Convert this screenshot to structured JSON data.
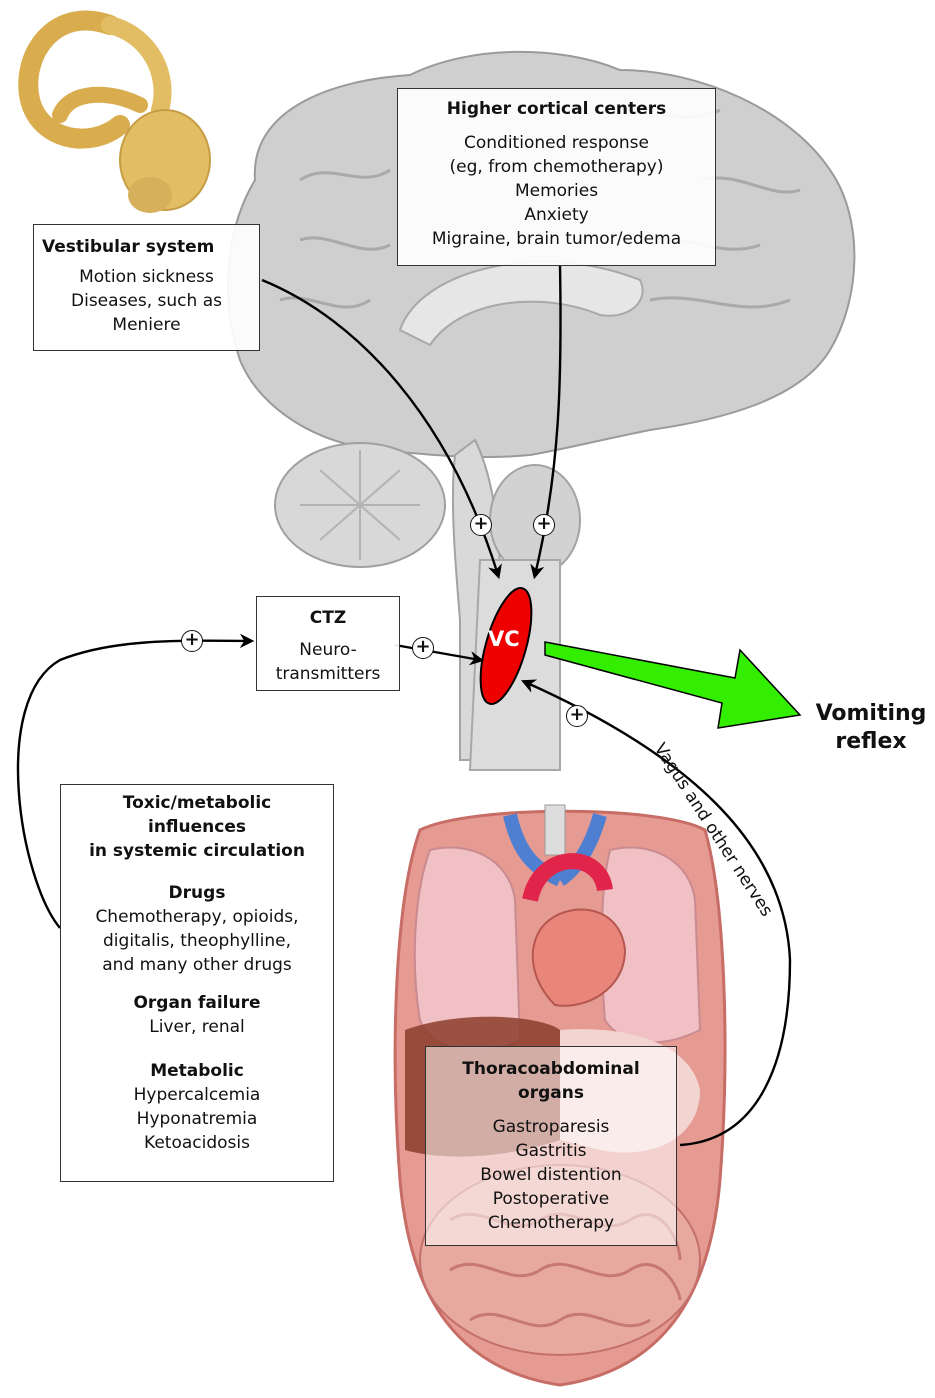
{
  "vestibular": {
    "title": "Vestibular system",
    "lines": [
      "Motion sickness",
      "Diseases, such as",
      "Meniere"
    ]
  },
  "cortical": {
    "title": "Higher cortical centers",
    "lines": [
      "Conditioned response",
      "(eg, from chemotherapy)",
      "Memories",
      "Anxiety",
      "Migraine, brain tumor/edema"
    ]
  },
  "ctz": {
    "title": "CTZ",
    "lines": [
      "Neuro-",
      "transmitters"
    ]
  },
  "vc_label": "VC",
  "plus_sign": "+",
  "vomiting": {
    "line1": "Vomiting",
    "line2": "reflex"
  },
  "vagus_label": "Vagus and other nerves",
  "toxic": {
    "title_lines": [
      "Toxic/metabolic",
      "influences",
      "in systemic circulation"
    ],
    "drugs": {
      "heading": "Drugs",
      "lines": [
        "Chemotherapy, opioids,",
        "digitalis, theophylline,",
        "and many other drugs"
      ]
    },
    "organ_failure": {
      "heading": "Organ failure",
      "lines": [
        "Liver, renal"
      ]
    },
    "metabolic": {
      "heading": "Metabolic",
      "lines": [
        "Hypercalcemia",
        "Hyponatremia",
        "Ketoacidosis"
      ]
    }
  },
  "thoraco": {
    "title_lines": [
      "Thoracoabdominal",
      "organs"
    ],
    "lines": [
      "Gastroparesis",
      "Gastritis",
      "Bowel distention",
      "Postoperative",
      "Chemotherapy"
    ]
  },
  "colors": {
    "vc_fill": "#ee0000",
    "reflex_arrow": "#33ee00",
    "brain_gray": "#cfcfcf",
    "ear_gold": "#e2bd63",
    "body_pink": "#e59a92"
  }
}
